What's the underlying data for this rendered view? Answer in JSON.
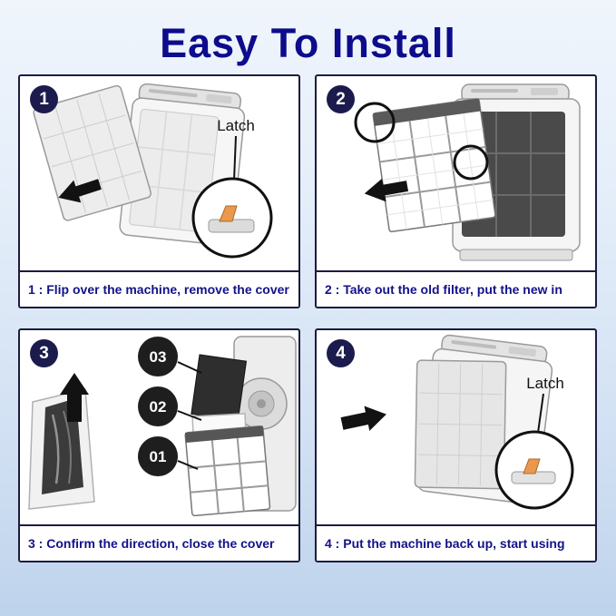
{
  "title": "Easy To Install",
  "colors": {
    "title_navy": "#0c0c8c",
    "caption_navy": "#12128a",
    "panel_border": "#1c1c40",
    "badge_navy": "#1b1b4d",
    "layer_circle_dark": "#1e1e1e",
    "arrow_black": "#121212",
    "background_blue": "#cfdff2",
    "latch_clip_orange": "#e8994d"
  },
  "steps": [
    {
      "number": "1",
      "caption": "1 : Flip over the machine, remove the cover",
      "callout_label": "Latch"
    },
    {
      "number": "2",
      "caption": "2 : Take out the old filter, put the new in"
    },
    {
      "number": "3",
      "caption": "3 : Confirm the direction, close the cover",
      "layers": [
        {
          "label": "03"
        },
        {
          "label": "02"
        },
        {
          "label": "01"
        }
      ]
    },
    {
      "number": "4",
      "caption": "4 : Put the machine back up, start using",
      "callout_label": "Latch"
    }
  ]
}
